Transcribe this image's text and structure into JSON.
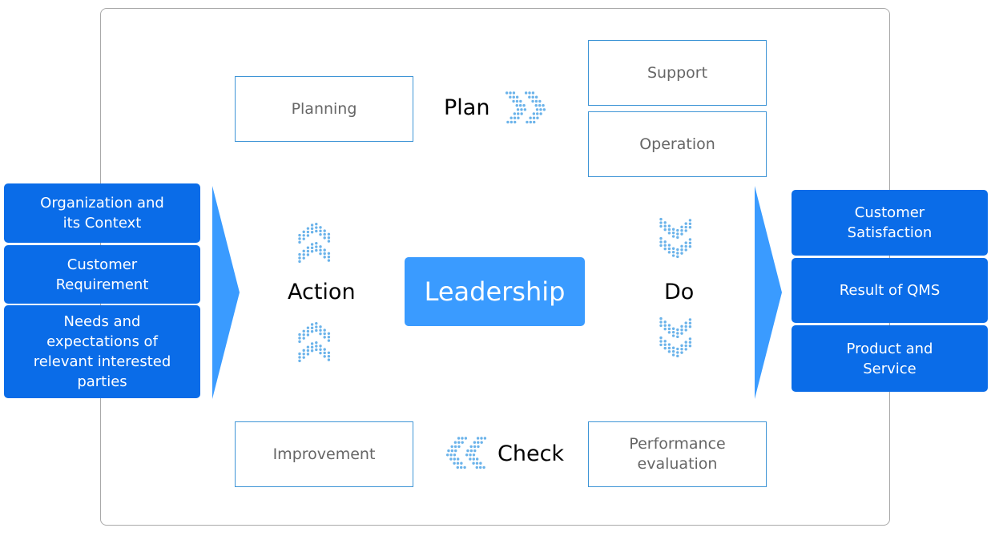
{
  "cycle": {
    "plan_label": "Plan",
    "do_label": "Do",
    "check_label": "Check",
    "action_label": "Action",
    "center_label": "Leadership"
  },
  "boxes": {
    "planning": "Planning",
    "support": "Support",
    "operation": "Operation",
    "improvement": "Improvement",
    "performance_evaluation": "Performance\nevaluation"
  },
  "inputs": [
    {
      "label": "Organization and\nits Context"
    },
    {
      "label": "Customer\nRequirement"
    },
    {
      "label": "Needs and\nexpectations of\nrelevant interested\nparties"
    }
  ],
  "outputs": [
    {
      "label": "Customer\nSatisfaction"
    },
    {
      "label": "Result of QMS"
    },
    {
      "label": "Product and\nService"
    }
  ],
  "colors": {
    "input_output_fill": "#0a6ce8",
    "leadership_fill": "#3a9bff",
    "flow_arrow": "#3a9bff",
    "dot_chevron": "#6bb3ea",
    "box_border": "#3f95d6",
    "frame_border": "#a9a9a9"
  },
  "icons": {
    "flow_arrow": "triangle-right",
    "chevrons": "dotted-double-chevron"
  }
}
